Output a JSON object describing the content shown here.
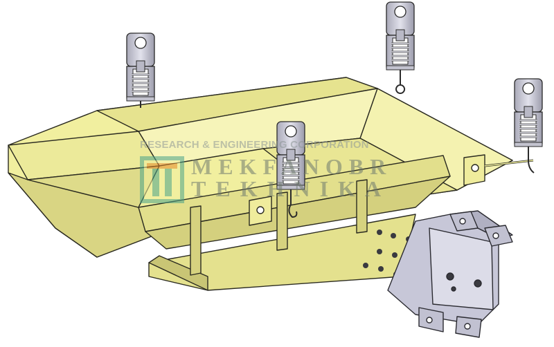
{
  "watermark": {
    "tagline": "RESEARCH & ENGINEERING CORPORATION",
    "brand_line1": "MEKFANOBR",
    "brand_line2": "TEKHNIKA"
  },
  "colors": {
    "body": "#f1ef9f",
    "body_shade": "#d9d583",
    "body_dark": "#bdb86a",
    "outline": "#2a2a20",
    "steel": "#c8c8d6",
    "steel_dark": "#8a8a9a",
    "logo_green": "#4aa38a",
    "logo_orange": "#e58a2a"
  },
  "icons": [
    "spring-hanger-icon",
    "motor-block-icon",
    "logo-mark-icon"
  ]
}
